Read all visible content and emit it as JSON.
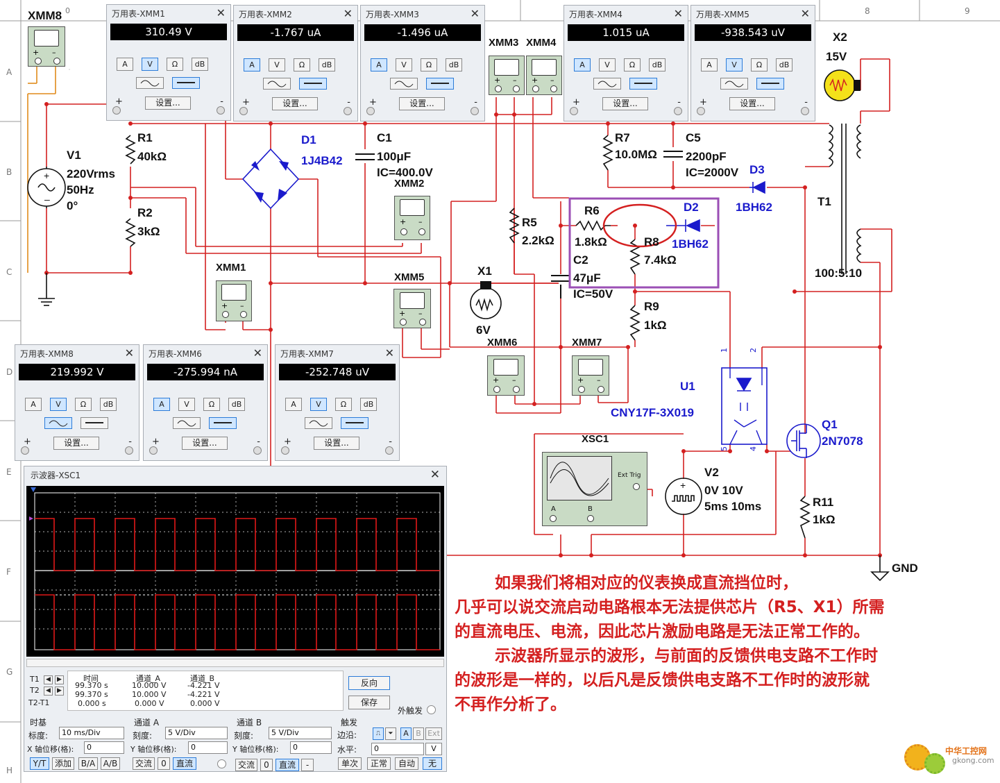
{
  "grid": {
    "col_numbers": [
      "0",
      "8",
      "9"
    ],
    "row_letters": [
      "A",
      "B",
      "C",
      "D",
      "E",
      "F",
      "G",
      "H"
    ]
  },
  "colors": {
    "wire": "#d42020",
    "component": "#111111",
    "diode": "#1a1acc",
    "highlight": "#9b4fb5",
    "note": "#d42020"
  },
  "meters": [
    {
      "id": "xmm1",
      "title": "万用表-XMM1",
      "reading": "310.49 V",
      "mode": "V",
      "coupling": "dc"
    },
    {
      "id": "xmm2",
      "title": "万用表-XMM2",
      "reading": "-1.767 uA",
      "mode": "A",
      "coupling": "dc"
    },
    {
      "id": "xmm3",
      "title": "万用表-XMM3",
      "reading": "-1.496 uA",
      "mode": "A",
      "coupling": "dc"
    },
    {
      "id": "xmm4",
      "title": "万用表-XMM4",
      "reading": "1.015 uA",
      "mode": "A",
      "coupling": "dc"
    },
    {
      "id": "xmm5",
      "title": "万用表-XMM5",
      "reading": "-938.543 uV",
      "mode": "V",
      "coupling": "dc"
    },
    {
      "id": "xmm8",
      "title": "万用表-XMM8",
      "reading": "219.992 V",
      "mode": "V",
      "coupling": "ac"
    },
    {
      "id": "xmm6",
      "title": "万用表-XMM6",
      "reading": "-275.994 nA",
      "mode": "A",
      "coupling": "dc"
    },
    {
      "id": "xmm7",
      "title": "万用表-XMM7",
      "reading": "-252.748 uV",
      "mode": "V",
      "coupling": "dc"
    }
  ],
  "meter_buttons": [
    "A",
    "V",
    "Ω",
    "dB"
  ],
  "meter_settings": "设置...",
  "meter_plus": "+",
  "meter_minus": "-",
  "components": {
    "xmm8_sym": "XMM8",
    "xmm3_sym": "XMM3",
    "xmm4_sym": "XMM4",
    "xmm2_sym": "XMM2",
    "xmm1_sym": "XMM1",
    "xmm5_sym": "XMM5",
    "xmm6_sym": "XMM6",
    "xmm7_sym": "XMM7",
    "x2": "X2",
    "x2_val": "15V",
    "r1": "R1",
    "r1_val": "40kΩ",
    "r2": "R2",
    "r2_val": "3kΩ",
    "v1": "V1",
    "v1_a": "220Vrms",
    "v1_b": "50Hz",
    "v1_c": "0°",
    "d1": "D1",
    "d1_val": "1J4B42",
    "c1": "C1",
    "c1_a": "100μF",
    "c1_b": "IC=400.0V",
    "r7": "R7",
    "r7_val": "10.0MΩ",
    "c5": "C5",
    "c5_a": "2200pF",
    "c5_b": "IC=2000V",
    "d3": "D3",
    "d3_val": "1BH62",
    "t1": "T1",
    "t1_val": "100:5:10",
    "r5": "R5",
    "r5_val": "2.2kΩ",
    "r6": "R6",
    "r6_val": "1.8kΩ",
    "d2": "D2",
    "d2_val": "1BH62",
    "r8": "R8",
    "r8_val": "7.4kΩ",
    "c2": "C2",
    "c2_a": "47μF",
    "c2_b": "IC=50V",
    "x1": "X1",
    "x1_val": "6V",
    "r9": "R9",
    "r9_val": "1kΩ",
    "u1": "U1",
    "u1_val": "CNY17F-3X019",
    "q1": "Q1",
    "q1_val": "2N7078",
    "xsc1": "XSC1",
    "ext_trig": "Ext Trig",
    "v2": "V2",
    "v2_a": "0V 10V",
    "v2_b": "5ms 10ms",
    "r11": "R11",
    "r11_val": "1kΩ",
    "gnd": "GND",
    "pin1": "1",
    "pin2": "2",
    "pin4": "4",
    "pin5": "5",
    "scope_a": "A",
    "scope_b": "B"
  },
  "oscilloscope": {
    "title": "示波器-XSC1",
    "col_time": "时间",
    "col_a": "通道_A",
    "col_b": "通道_B",
    "rows": [
      {
        "label": "T1",
        "time": "99.370 s",
        "a": "10.000 V",
        "b": "-4.221 V"
      },
      {
        "label": "T2",
        "time": "99.370 s",
        "a": "10.000 V",
        "b": "-4.221 V"
      },
      {
        "label": "T2-T1",
        "time": "0.000 s",
        "a": "0.000 V",
        "b": "0.000 V"
      }
    ],
    "reverse_btn": "反向",
    "save_btn": "保存",
    "ext_trigger": "外触发",
    "timebase": {
      "group": "时基",
      "scale_label": "标度:",
      "scale": "10 ms/Div",
      "xpos_label": "X 轴位移(格):",
      "xpos": "0"
    },
    "channel_a": {
      "group": "通道 A",
      "scale_label": "刻度:",
      "scale": "5 V/Div",
      "ypos_label": "Y 轴位移(格):",
      "ypos": "0"
    },
    "channel_b": {
      "group": "通道 B",
      "scale_label": "刻度:",
      "scale": "5 V/Div",
      "ypos_label": "Y 轴位移(格):",
      "ypos": "0"
    },
    "trigger": {
      "group": "触发",
      "edge_label": "边沿:",
      "level_label": "水平:",
      "level": "0",
      "level_unit": "V",
      "ch_a": "A",
      "ch_b": "B",
      "ext": "Ext"
    },
    "tb_buttons": [
      "Y/T",
      "添加",
      "B/A",
      "A/B"
    ],
    "cha_buttons": [
      "交流",
      "0",
      "直流"
    ],
    "chb_buttons": [
      "交流",
      "0",
      "直流",
      "-"
    ],
    "trig_buttons": [
      "单次",
      "正常",
      "自动",
      "无"
    ]
  },
  "note_lines": [
    "如果我们将相对应的仪表换成直流挡位时，",
    "几乎可以说交流启动电路根本无法提供芯片（R5、X1）所需",
    "的直流电压、电流，因此芯片激励电路是无法正常工作的。",
    "示波器所显示的波形，与前面的反馈供电支路不工作时",
    "的波形是一样的，以后凡是反馈供电支路不工作时的波形就",
    "不再作分析了。"
  ],
  "watermark": {
    "a": "中华工控网",
    "b": "gkong.com"
  }
}
